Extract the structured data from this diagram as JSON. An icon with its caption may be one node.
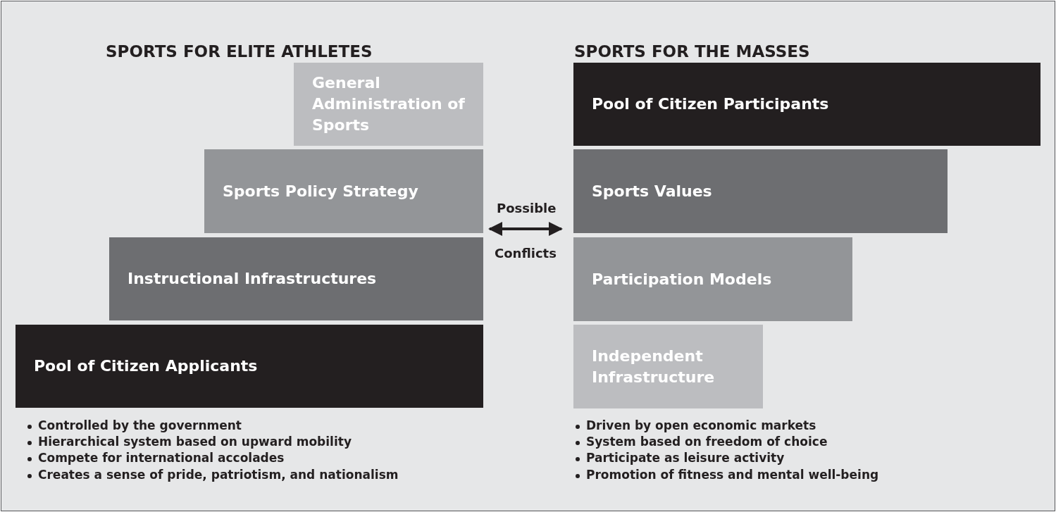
{
  "diagram": {
    "nodes": [
      {
        "text": [
          "General Administration of Sports"
        ]
      },
      {
        "text": [
          "Sports Policy Strategy"
        ]
      },
      {
        "text": [
          "Instructional Infrastructures"
        ]
      },
      {
        "text": [
          "Pool of Citizen Applicants"
        ]
      },
      {
        "text": [
          "Pool of Citizen Participants"
        ]
      },
      {
        "text": [
          "Sports Values"
        ]
      },
      {
        "text": [
          "Participation Models"
        ]
      },
      {
        "text": [
          "Independent Infrastructure"
        ]
      }
    ],
    "edges": [
      {
        "from": 1,
        "to": 5,
        "arrow": "both"
      }
    ],
    "labels": [
      "SPORTS FOR ELITE ATHLETES",
      "SPORTS FOR THE MASSES",
      "Possible",
      "Conflicts",
      "Controlled by the government",
      "Hierarchical system based on upward mobility",
      "Compete for international accolades",
      "Creates a sense of pride, patriotism, and nationalism",
      "Driven by open economic markets",
      "System based on freedom of choice",
      "Participate as leisure activity",
      "Promotion of fitness and mental well-being"
    ]
  }
}
